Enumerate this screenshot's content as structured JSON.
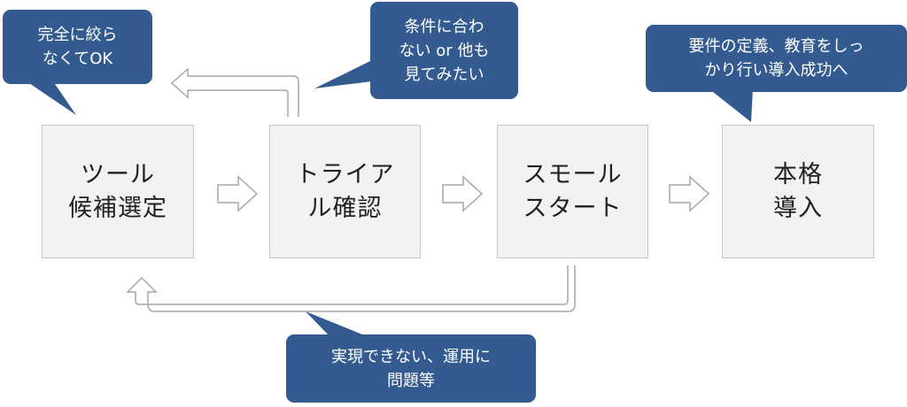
{
  "steps": [
    {
      "line1": "ツール",
      "line2": "候補選定"
    },
    {
      "line1": "トライア",
      "line2": "ル確認"
    },
    {
      "line1": "スモール",
      "line2": "スタート"
    },
    {
      "line1": "本格",
      "line2": "導入"
    }
  ],
  "callouts": {
    "no_narrowing": {
      "line1": "完全に絞ら",
      "line2": "なくてOK"
    },
    "trial_mismatch": {
      "line1": "条件に合わ",
      "line2": "ない or 他も",
      "line3": "見てみたい"
    },
    "full_rollout": {
      "line1": "要件の定義、教育をしっ",
      "line2": "かり行い導入成功へ"
    },
    "small_start_issue": {
      "line1": "実現できない、運用に",
      "line2": "問題等"
    }
  },
  "colors": {
    "callout_fill": "#335b8f",
    "step_fill": "#f2f2f2",
    "arrow_stroke": "#a6a6a6"
  }
}
